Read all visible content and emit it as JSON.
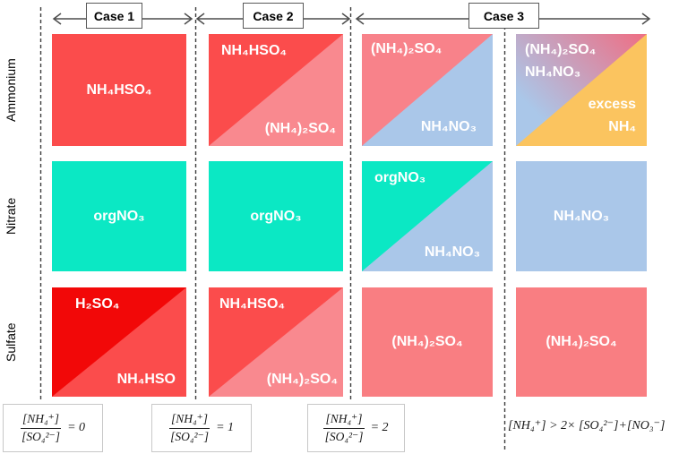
{
  "header": {
    "cases": [
      {
        "label": "Case 1"
      },
      {
        "label": "Case 2"
      },
      {
        "label": "Case 3"
      }
    ]
  },
  "row_labels": [
    "Ammonium",
    "Nitrate",
    "Sulfate"
  ],
  "cells": {
    "ammonium_case1": {
      "label": "NH₄HSO₄"
    },
    "ammonium_case2": {
      "top": "NH₄HSO₄",
      "bottom": "(NH₄)₂SO₄"
    },
    "ammonium_case3a": {
      "top": "(NH₄)₂SO₄",
      "bottom": "NH₄NO₃"
    },
    "ammonium_case3b": {
      "top_line1": "(NH₄)₂SO₄",
      "top_line2": "NH₄NO₃",
      "bottom_line1": "excess",
      "bottom_line2": "NH₄"
    },
    "nitrate_case1": {
      "label": "orgNO₃"
    },
    "nitrate_case2": {
      "label": "orgNO₃"
    },
    "nitrate_case3a": {
      "top": "orgNO₃",
      "bottom": "NH₄NO₃"
    },
    "nitrate_case3b": {
      "label": "NH₄NO₃"
    },
    "sulfate_case1": {
      "top": "H₂SO₄",
      "bottom": "NH₄HSO"
    },
    "sulfate_case2": {
      "top": "NH₄HSO₄",
      "bottom": "(NH₄)₂SO₄"
    },
    "sulfate_case3a": {
      "label": "(NH₄)₂SO₄"
    },
    "sulfate_case3b": {
      "label": "(NH₄)₂SO₄"
    }
  },
  "formulas": [
    {
      "num": "[NH₄⁺]",
      "den": "[SO₄²⁻]",
      "rhs": "= 0"
    },
    {
      "num": "[NH₄⁺]",
      "den": "[SO₄²⁻]",
      "rhs": "= 1"
    },
    {
      "num": "[NH₄⁺]",
      "den": "[SO₄²⁻]",
      "rhs": "= 2"
    },
    {
      "text": "[NH₄⁺] > 2× [SO₄²⁻]+[NO₃⁻]"
    }
  ],
  "colors": {
    "red-bright": "#fb4c4c",
    "red-pure": "#f20808",
    "pink-light": "#f9898f",
    "salmon": "#f8828a",
    "salmon-solid": "#f97e82",
    "blue": "#aac7e9",
    "teal": "#0be8c4",
    "orange": "#fbc45f",
    "gradient-pink": "#ec7288",
    "line-gray": "#4d4d4d"
  }
}
